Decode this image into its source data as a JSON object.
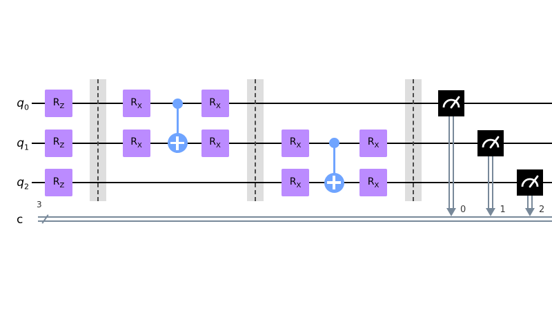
{
  "colors": {
    "gate_purple": "#BB8BFF",
    "cnot_blue": "#6FA4FF",
    "measure_black": "#000000",
    "classical_wire_gray": "#778899",
    "quantum_wire_black": "#000000",
    "barrier_dash_gray": "#4a4a4a",
    "background": "#ffffff"
  },
  "circuit": {
    "qubits": [
      {
        "name": "q",
        "sub": "0"
      },
      {
        "name": "q",
        "sub": "1"
      },
      {
        "name": "q",
        "sub": "2"
      }
    ],
    "classical_register": {
      "name": "c",
      "size": "3"
    },
    "gates": [
      {
        "id": "rz-q0",
        "label": "R",
        "sub": "Z",
        "qubit": 0,
        "column": 0
      },
      {
        "id": "rz-q1",
        "label": "R",
        "sub": "Z",
        "qubit": 1,
        "column": 0
      },
      {
        "id": "rz-q2",
        "label": "R",
        "sub": "Z",
        "qubit": 2,
        "column": 0
      },
      {
        "id": "rx-q0-a",
        "label": "R",
        "sub": "X",
        "qubit": 0,
        "column": 2
      },
      {
        "id": "rx-q1-a",
        "label": "R",
        "sub": "X",
        "qubit": 1,
        "column": 2
      },
      {
        "id": "rx-q0-b",
        "label": "R",
        "sub": "X",
        "qubit": 0,
        "column": 4
      },
      {
        "id": "rx-q1-b",
        "label": "R",
        "sub": "X",
        "qubit": 1,
        "column": 4
      },
      {
        "id": "rx-q1-c",
        "label": "R",
        "sub": "X",
        "qubit": 1,
        "column": 6
      },
      {
        "id": "rx-q2-c",
        "label": "R",
        "sub": "X",
        "qubit": 2,
        "column": 6
      },
      {
        "id": "rx-q1-d",
        "label": "R",
        "sub": "X",
        "qubit": 1,
        "column": 8
      },
      {
        "id": "rx-q2-d",
        "label": "R",
        "sub": "X",
        "qubit": 2,
        "column": 8
      }
    ],
    "cnots": [
      {
        "control": 0,
        "target": 1
      },
      {
        "control": 1,
        "target": 2
      }
    ],
    "barrier_count": 3,
    "measurements": [
      {
        "qubit": 0,
        "clbit": "0"
      },
      {
        "qubit": 1,
        "clbit": "1"
      },
      {
        "qubit": 2,
        "clbit": "2"
      }
    ]
  }
}
